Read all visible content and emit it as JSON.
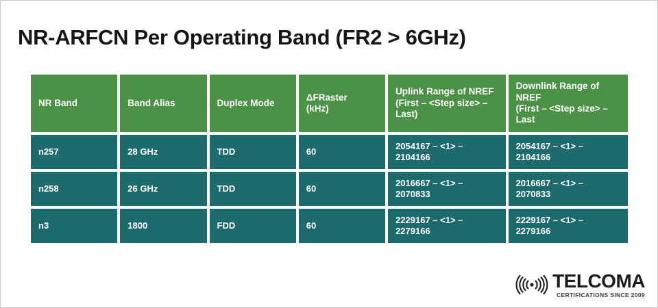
{
  "slide": {
    "title": "NR-ARFCN Per Operating Band (FR2 > 6GHz)",
    "background_color": "#ffffff",
    "title_color": "#161616"
  },
  "table": {
    "header_color": "#4b9246",
    "cell_color": "#1e6b6e",
    "text_color": "#ffffff",
    "columns": [
      {
        "label": "NR  Band"
      },
      {
        "label": "Band Alias"
      },
      {
        "label": "Duplex Mode"
      },
      {
        "label": "ΔFRaster\n(kHz)"
      },
      {
        "label": "Uplink Range of NREF\n(First – <Step size> –\nLast)"
      },
      {
        "label": "Downlink Range of NREF\n(First – <Step size> –\nLast"
      }
    ],
    "rows": [
      {
        "nr_band": "n257",
        "band_alias": "28 GHz",
        "duplex_mode": "TDD",
        "delta_f_raster_khz": "60",
        "uplink_range": "2054167 – <1> –\n2104166",
        "downlink_range": "2054167 – <1> –\n2104166"
      },
      {
        "nr_band": "n258",
        "band_alias": "26 GHz",
        "duplex_mode": "TDD",
        "delta_f_raster_khz": "60",
        "uplink_range": "2016667 – <1> –\n2070833",
        "downlink_range": "2016667 – <1> –\n2070833"
      },
      {
        "nr_band": "n3",
        "band_alias": "1800",
        "duplex_mode": "FDD",
        "delta_f_raster_khz": "60",
        "uplink_range": "2229167 – <1> –\n2279166",
        "downlink_range": "2229167 – <1> –\n2279166"
      }
    ]
  },
  "logo": {
    "icon": "wireless-signal-icon",
    "name": "TELCOMA",
    "tagline": "CERTIFICATIONS SINCE 2009",
    "color": "#1c1c1c"
  }
}
